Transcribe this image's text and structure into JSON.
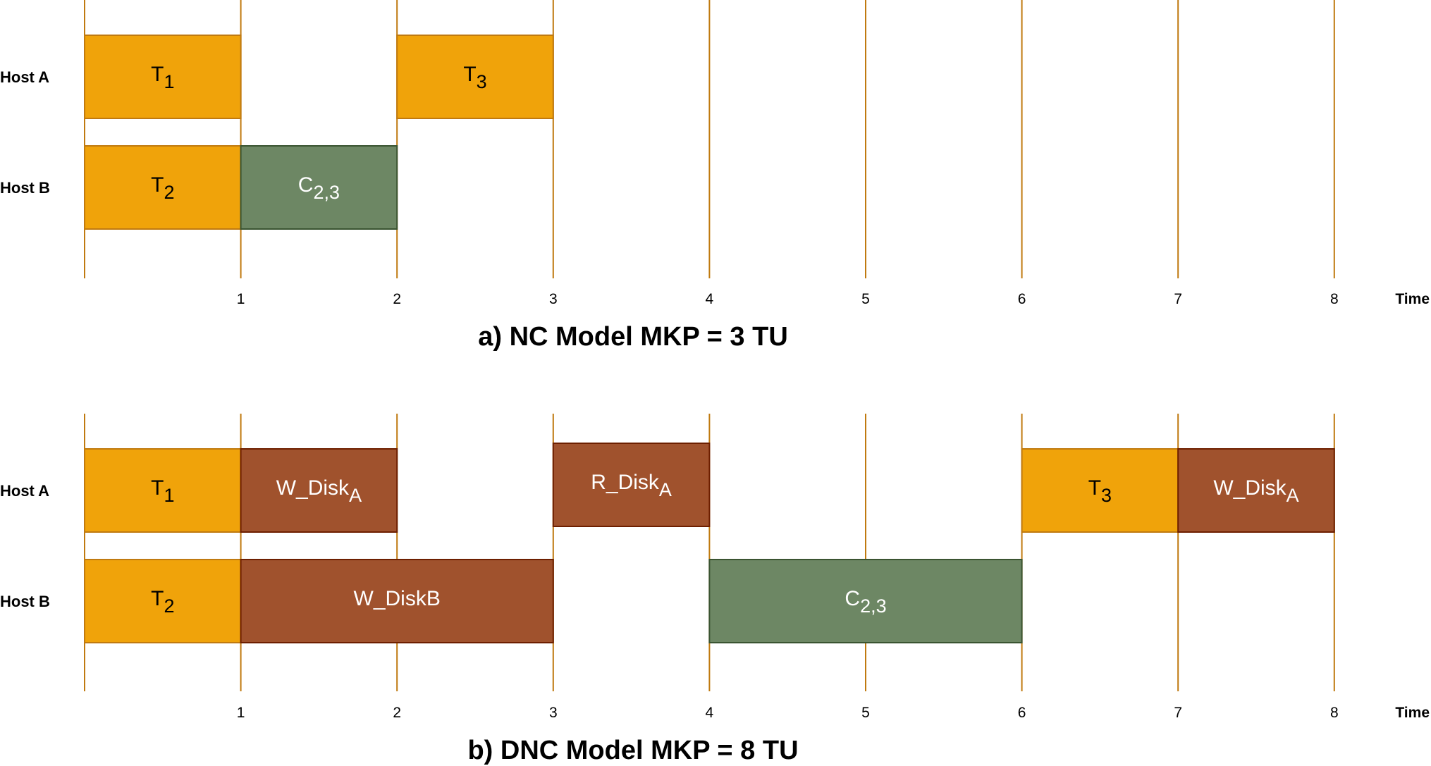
{
  "axis_title": "Time",
  "time_ticks": [
    1,
    2,
    3,
    4,
    5,
    6,
    7,
    8
  ],
  "colors": {
    "grid": "#c07a10",
    "task": "#f0a30a",
    "task_border": "#c07a10",
    "compute": "#6d8764",
    "compute_border": "#3a5431",
    "disk": "#a0522d",
    "disk_border": "#6d1f00",
    "text_dark": "#000000",
    "text_light": "#ffffff"
  },
  "panels": [
    {
      "caption": "a) NC Model MKP = 3 TU",
      "hosts": [
        {
          "label": "Host A",
          "blocks": [
            {
              "start": 0,
              "end": 1,
              "kind": "task",
              "text": "T",
              "sub": "1"
            },
            {
              "start": 2,
              "end": 3,
              "kind": "task",
              "text": "T",
              "sub": "3"
            }
          ]
        },
        {
          "label": "Host B",
          "blocks": [
            {
              "start": 0,
              "end": 1,
              "kind": "task",
              "text": "T",
              "sub": "2"
            },
            {
              "start": 1,
              "end": 2,
              "kind": "compute",
              "text": "C",
              "sub": "2,3"
            }
          ]
        }
      ]
    },
    {
      "caption": "b) DNC Model MKP = 8 TU",
      "hosts": [
        {
          "label": "Host A",
          "blocks": [
            {
              "start": 0,
              "end": 1,
              "kind": "task",
              "text": "T",
              "sub": "1"
            },
            {
              "start": 1,
              "end": 2,
              "kind": "disk",
              "text": "W_Disk",
              "sub": "A"
            },
            {
              "start": 3,
              "end": 4,
              "kind": "disk",
              "text": "R_Disk",
              "sub": "A",
              "raised": true
            },
            {
              "start": 6,
              "end": 7,
              "kind": "task",
              "text": "T",
              "sub": "3"
            },
            {
              "start": 7,
              "end": 8,
              "kind": "disk",
              "text": "W_Disk",
              "sub": "A"
            }
          ]
        },
        {
          "label": "Host B",
          "blocks": [
            {
              "start": 0,
              "end": 1,
              "kind": "task",
              "text": "T",
              "sub": "2"
            },
            {
              "start": 1,
              "end": 3,
              "kind": "disk",
              "text": "W_DiskB",
              "sub": ""
            },
            {
              "start": 4,
              "end": 6,
              "kind": "compute",
              "text": "C",
              "sub": "2,3"
            }
          ]
        }
      ]
    }
  ]
}
